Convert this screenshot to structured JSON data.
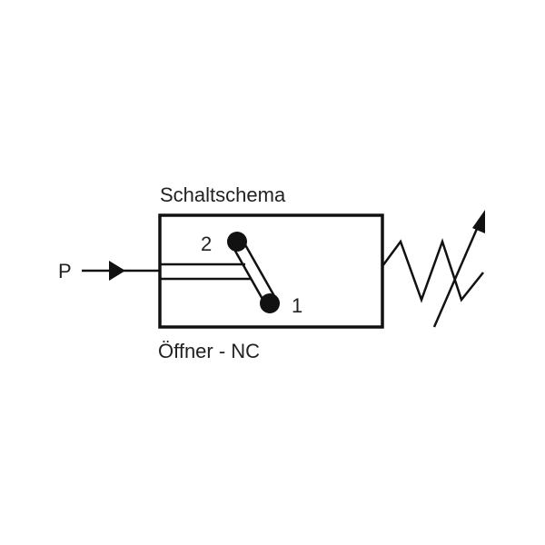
{
  "title": "Schaltschema",
  "subtitle": "Öffner - NC",
  "port_p": "P",
  "contact_2": "2",
  "contact_1": "1",
  "colors": {
    "stroke": "#111111",
    "background": "#ffffff"
  }
}
